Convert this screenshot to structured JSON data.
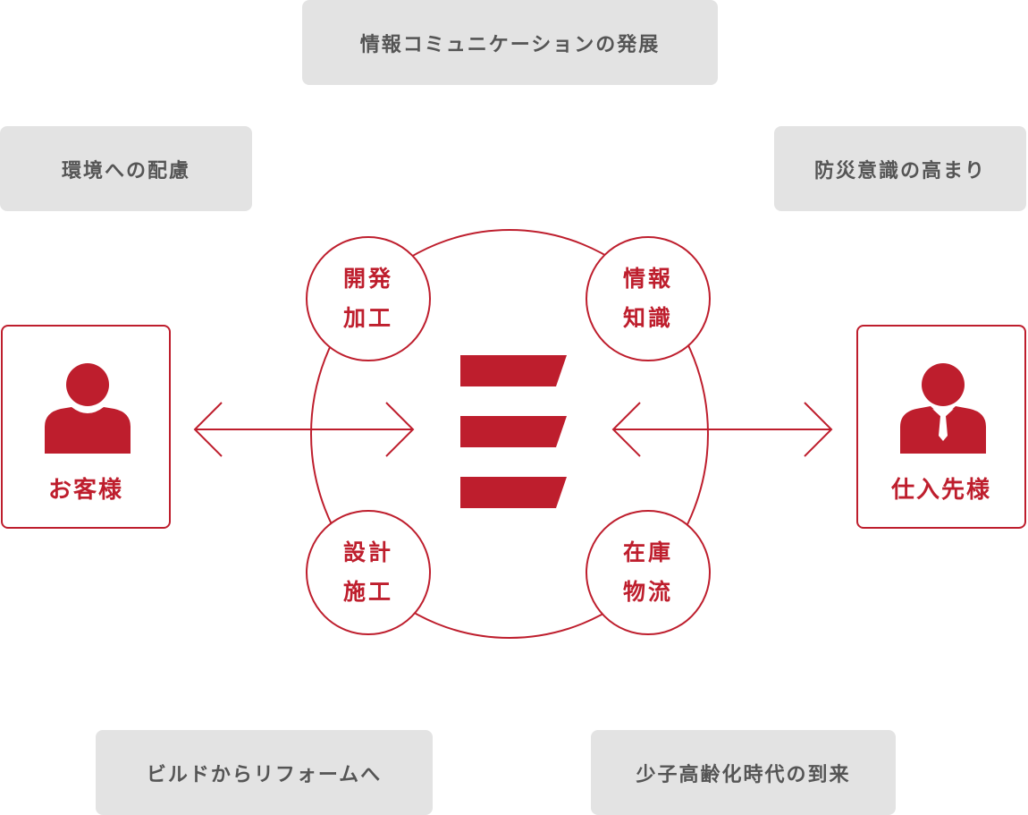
{
  "trends": {
    "top": "情報コミュニケーションの発展",
    "left": "環境への配慮",
    "right": "防災意識の高まり",
    "bottom_left": "ビルドからリフォームへ",
    "bottom_right": "少子高齢化時代の到来"
  },
  "parties": {
    "customer": {
      "label": "お客様",
      "icon": "person-icon"
    },
    "supplier": {
      "label": "仕入先様",
      "icon": "person-suit-icon"
    }
  },
  "functions": {
    "top_left": {
      "line1": "開発",
      "line2": "加工"
    },
    "top_right": {
      "line1": "情報",
      "line2": "知識"
    },
    "bottom_left": {
      "line1": "設計",
      "line2": "施工"
    },
    "bottom_right": {
      "line1": "在庫",
      "line2": "物流"
    }
  },
  "center": {
    "icon": "company-logo"
  },
  "colors": {
    "accent": "#be1e2d",
    "trend_bg": "#e3e3e3",
    "trend_text": "#555555"
  }
}
